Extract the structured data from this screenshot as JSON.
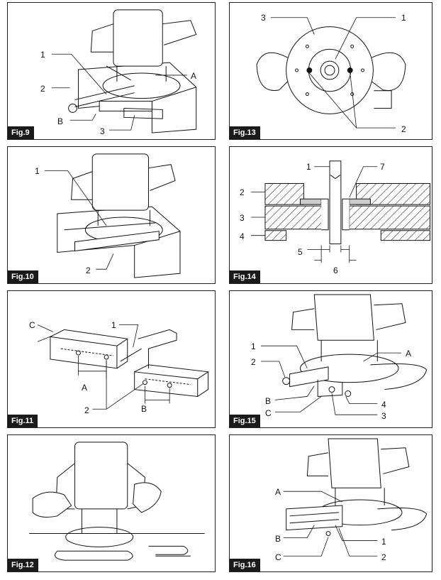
{
  "panels": [
    {
      "tag": "Fig.9",
      "labels": [
        "1",
        "2",
        "A",
        "B",
        "3"
      ]
    },
    {
      "tag": "Fig.13",
      "labels": [
        "3",
        "1",
        "2"
      ]
    },
    {
      "tag": "Fig.10",
      "labels": [
        "1",
        "2"
      ]
    },
    {
      "tag": "Fig.14",
      "labels": [
        "1",
        "7",
        "2",
        "3",
        "4",
        "5",
        "6"
      ]
    },
    {
      "tag": "Fig.11",
      "labels": [
        "C",
        "1",
        "A",
        "2",
        "B"
      ]
    },
    {
      "tag": "Fig.15",
      "labels": [
        "1",
        "2",
        "A",
        "B",
        "4",
        "C",
        "3"
      ]
    },
    {
      "tag": "Fig.12",
      "labels": []
    },
    {
      "tag": "Fig.16",
      "labels": [
        "A",
        "B",
        "1",
        "C",
        "2"
      ]
    }
  ]
}
